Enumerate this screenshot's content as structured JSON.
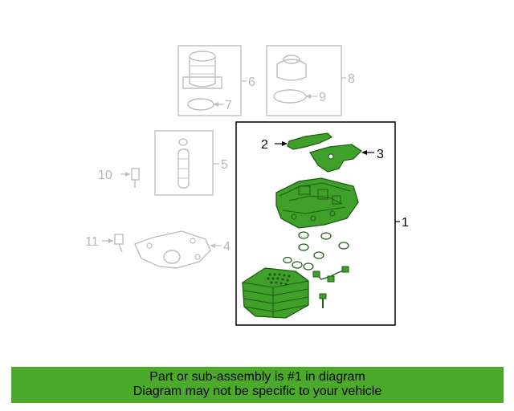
{
  "callouts": {
    "c1": "1",
    "c2": "2",
    "c3": "3",
    "c4": "4",
    "c5": "5",
    "c6": "6",
    "c7": "7",
    "c8": "8",
    "c9": "9",
    "c10": "10",
    "c11": "11"
  },
  "footer": {
    "line1": "Part or sub-assembly is #1 in diagram",
    "line2": "Diagram may not be specific to your vehicle"
  },
  "colors": {
    "highlight_green": "#4caa2b",
    "part_green": "#3fa02a",
    "inactive_gray": "#b8b8b8",
    "active_black": "#000000"
  }
}
